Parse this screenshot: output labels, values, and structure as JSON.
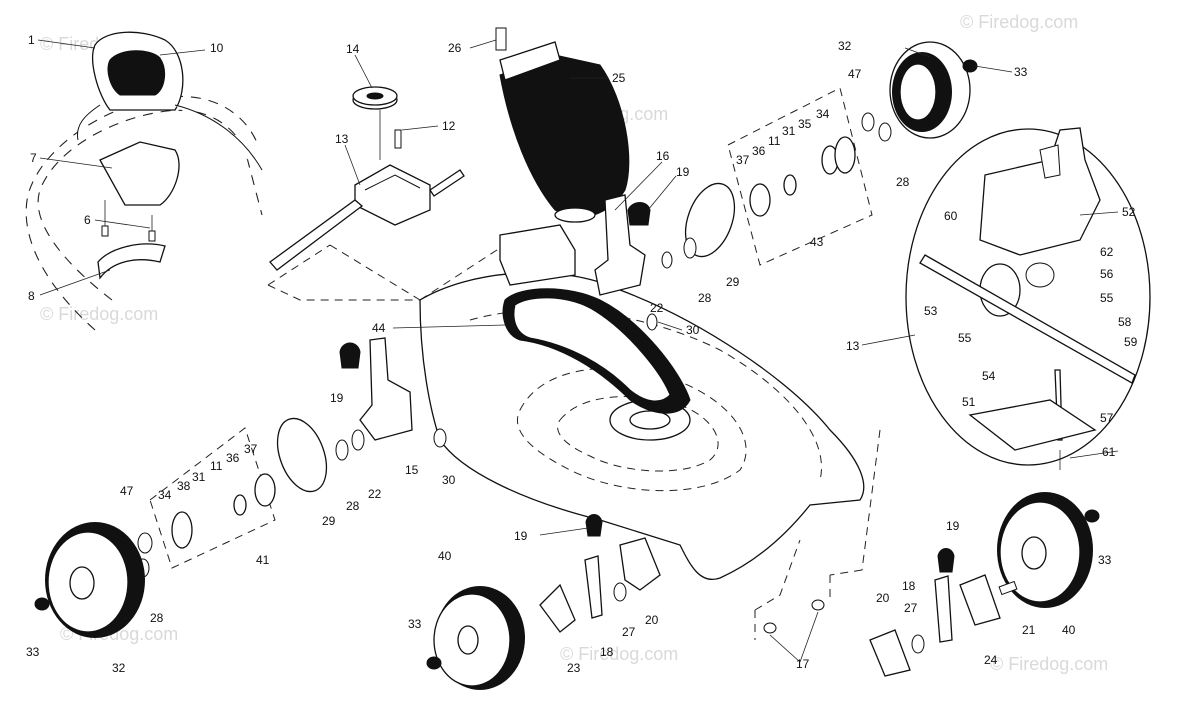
{
  "diagram": {
    "watermark": "© Firedog.com",
    "callouts": [
      {
        "id": "c1",
        "text": "1"
      },
      {
        "id": "c10",
        "text": "10"
      },
      {
        "id": "c7",
        "text": "7"
      },
      {
        "id": "c6",
        "text": "6"
      },
      {
        "id": "c8",
        "text": "8"
      },
      {
        "id": "c14",
        "text": "14"
      },
      {
        "id": "c12",
        "text": "12"
      },
      {
        "id": "c13a",
        "text": "13"
      },
      {
        "id": "c26",
        "text": "26"
      },
      {
        "id": "c25",
        "text": "25"
      },
      {
        "id": "c16",
        "text": "16"
      },
      {
        "id": "c19a",
        "text": "19"
      },
      {
        "id": "c22a",
        "text": "22"
      },
      {
        "id": "c28a",
        "text": "28"
      },
      {
        "id": "c29a",
        "text": "29"
      },
      {
        "id": "c30a",
        "text": "30"
      },
      {
        "id": "c44",
        "text": "44"
      },
      {
        "id": "c19b",
        "text": "19"
      },
      {
        "id": "c15",
        "text": "15"
      },
      {
        "id": "c22b",
        "text": "22"
      },
      {
        "id": "c28b",
        "text": "28"
      },
      {
        "id": "c29b",
        "text": "29"
      },
      {
        "id": "c30b",
        "text": "30"
      },
      {
        "id": "c47a",
        "text": "47"
      },
      {
        "id": "c34a",
        "text": "34"
      },
      {
        "id": "c38",
        "text": "38"
      },
      {
        "id": "c31a",
        "text": "31"
      },
      {
        "id": "c11a",
        "text": "11"
      },
      {
        "id": "c36a",
        "text": "36"
      },
      {
        "id": "c37a",
        "text": "37"
      },
      {
        "id": "c41",
        "text": "41"
      },
      {
        "id": "c28c",
        "text": "28"
      },
      {
        "id": "c33a",
        "text": "33"
      },
      {
        "id": "c32a",
        "text": "32"
      },
      {
        "id": "c19c",
        "text": "19"
      },
      {
        "id": "c40a",
        "text": "40"
      },
      {
        "id": "c33b",
        "text": "33"
      },
      {
        "id": "c23",
        "text": "23"
      },
      {
        "id": "c18a",
        "text": "18"
      },
      {
        "id": "c27a",
        "text": "27"
      },
      {
        "id": "c20a",
        "text": "20"
      },
      {
        "id": "c17",
        "text": "17"
      },
      {
        "id": "c32b",
        "text": "32"
      },
      {
        "id": "c33c",
        "text": "33"
      },
      {
        "id": "c47b",
        "text": "47"
      },
      {
        "id": "c34b",
        "text": "34"
      },
      {
        "id": "c35",
        "text": "35"
      },
      {
        "id": "c31b",
        "text": "31"
      },
      {
        "id": "c11b",
        "text": "11"
      },
      {
        "id": "c36b",
        "text": "36"
      },
      {
        "id": "c37b",
        "text": "37"
      },
      {
        "id": "c28d",
        "text": "28"
      },
      {
        "id": "c43",
        "text": "43"
      },
      {
        "id": "c52",
        "text": "52"
      },
      {
        "id": "c60",
        "text": "60"
      },
      {
        "id": "c62",
        "text": "62"
      },
      {
        "id": "c56",
        "text": "56"
      },
      {
        "id": "c55a",
        "text": "55"
      },
      {
        "id": "c53",
        "text": "53"
      },
      {
        "id": "c58",
        "text": "58"
      },
      {
        "id": "c55b",
        "text": "55"
      },
      {
        "id": "c59",
        "text": "59"
      },
      {
        "id": "c13b",
        "text": "13"
      },
      {
        "id": "c54",
        "text": "54"
      },
      {
        "id": "c51",
        "text": "51"
      },
      {
        "id": "c57",
        "text": "57"
      },
      {
        "id": "c61",
        "text": "61"
      },
      {
        "id": "c19d",
        "text": "19"
      },
      {
        "id": "c18b",
        "text": "18"
      },
      {
        "id": "c20b",
        "text": "20"
      },
      {
        "id": "c27b",
        "text": "27"
      },
      {
        "id": "c21",
        "text": "21"
      },
      {
        "id": "c24",
        "text": "24"
      },
      {
        "id": "c33d",
        "text": "33"
      },
      {
        "id": "c40b",
        "text": "40"
      }
    ]
  }
}
